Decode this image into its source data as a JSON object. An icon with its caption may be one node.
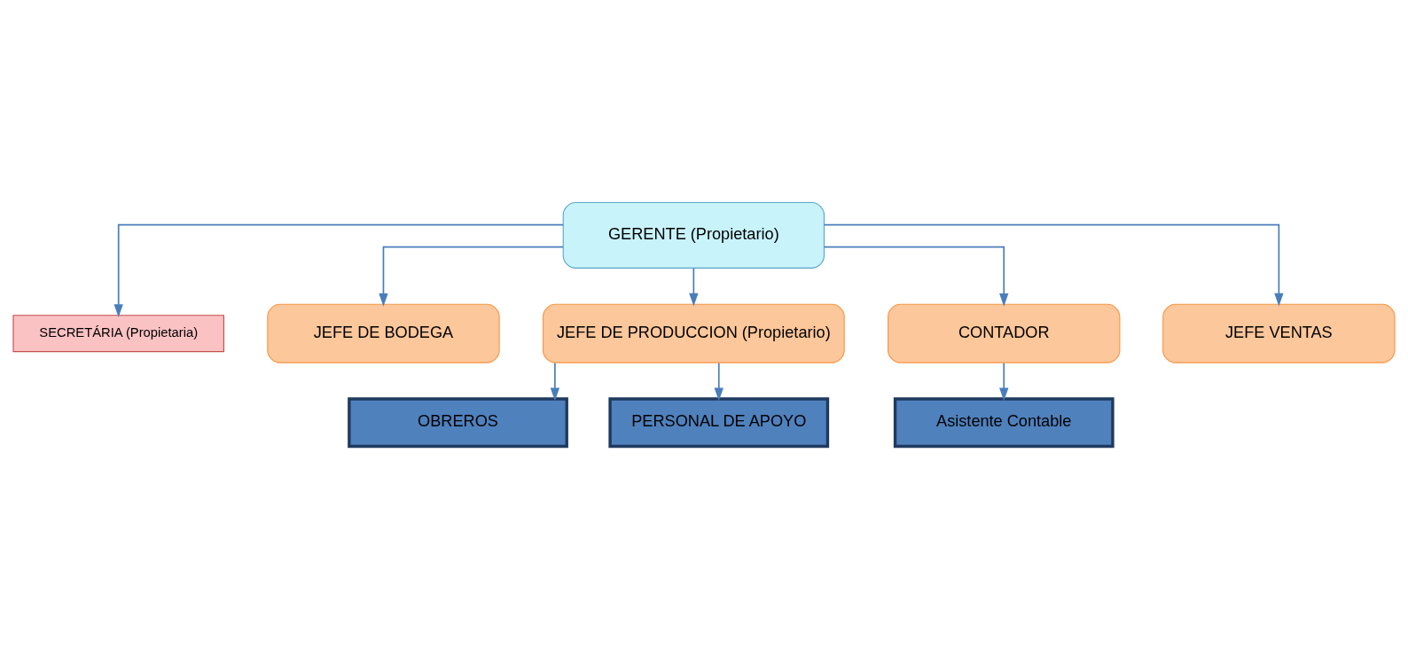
{
  "diagram": {
    "nodes": [
      {
        "text": [
          "GERENTE (Propietario)"
        ]
      },
      {
        "text": [
          "SECRETÁRIA (Propietaria)"
        ]
      },
      {
        "text": [
          "JEFE DE BODEGA"
        ]
      },
      {
        "text": [
          "JEFE DE PRODUCCION (Propietario)"
        ]
      },
      {
        "text": [
          "CONTADOR"
        ]
      },
      {
        "text": [
          "JEFE VENTAS"
        ]
      },
      {
        "text": [
          "OBREROS"
        ]
      },
      {
        "text": [
          "PERSONAL DE APOYO"
        ]
      },
      {
        "text": [
          "Asistente Contable"
        ]
      }
    ],
    "edges": [
      {
        "from": 0,
        "to": 1,
        "arrow": "to"
      },
      {
        "from": 0,
        "to": 2,
        "arrow": "to"
      },
      {
        "from": 0,
        "to": 3,
        "arrow": "to"
      },
      {
        "from": 0,
        "to": 4,
        "arrow": "to"
      },
      {
        "from": 0,
        "to": 5,
        "arrow": "to"
      },
      {
        "from": 3,
        "to": 6,
        "arrow": "to"
      },
      {
        "from": 3,
        "to": 7,
        "arrow": "to"
      },
      {
        "from": 4,
        "to": 8,
        "arrow": "to"
      }
    ]
  }
}
